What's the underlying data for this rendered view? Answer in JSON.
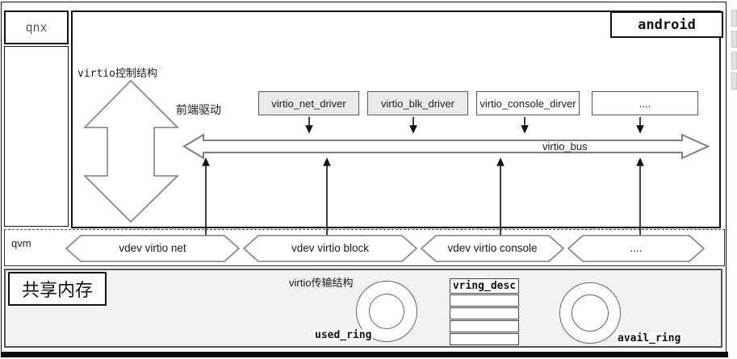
{
  "os_labels": {
    "qnx": "qnx",
    "android": "android",
    "qvm": "qvm"
  },
  "annotations": {
    "virtio_control": "virtio控制结构",
    "frontend_driver": "前端驱动",
    "virtio_bus": "virtio_bus",
    "virtio_transfer": "virtio传输结构"
  },
  "drivers": [
    {
      "label": "virtio_net_driver"
    },
    {
      "label": "virtio_blk_driver"
    },
    {
      "label": "virtio_console_dirver"
    },
    {
      "label": "...."
    }
  ],
  "vdevs": [
    {
      "label": "vdev virtio net"
    },
    {
      "label": "vdev virtio block"
    },
    {
      "label": "vdev virtio console"
    },
    {
      "label": "...."
    }
  ],
  "shared_memory": {
    "title": "共享内存",
    "used_ring": "used_ring",
    "avail_ring": "avail_ring",
    "vring_desc_header": "vring_desc"
  },
  "colors": {
    "driver_box_fill": "#ebebeb",
    "plain_box_fill": "#ffffff",
    "shared_memory_bg": "#f1f1f0",
    "shape_stroke": "#7f7f7f",
    "arrow_color": "#111111",
    "frame_border": "#000000"
  }
}
